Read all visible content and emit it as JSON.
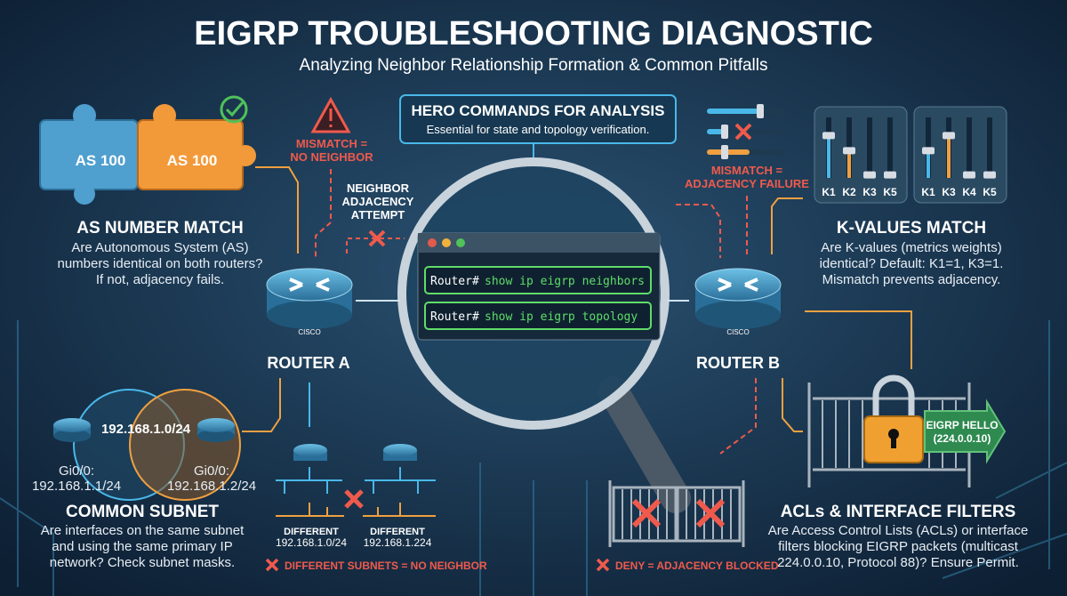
{
  "header": {
    "title": "EIGRP TROUBLESHOOTING DIAGNOSTIC",
    "subtitle": "Analyzing Neighbor Relationship Formation & Common Pitfalls"
  },
  "as_match": {
    "piece_left": "AS 100",
    "piece_right": "AS 100",
    "heading": "AS NUMBER MATCH",
    "desc": [
      "Are Autonomous System (AS)",
      "numbers identical on both routers?",
      "If not, adjacency fails."
    ],
    "warning": [
      "MISMATCH =",
      "NO NEIGHBOR"
    ],
    "attempt": [
      "NEIGHBOR",
      "ADJACENCY",
      "ATTEMPT"
    ]
  },
  "hero": {
    "title": "HERO COMMANDS FOR ANALYSIS",
    "subtitle": "Essential for state and topology verification.",
    "commands": [
      {
        "prompt": "Router#",
        "cmd": "show ip eigrp neighbors"
      },
      {
        "prompt": "Router#",
        "cmd": "show ip eigrp topology"
      }
    ]
  },
  "routers": {
    "a": {
      "label": "ROUTER A",
      "brand": "CISCO"
    },
    "b": {
      "label": "ROUTER B",
      "brand": "CISCO"
    }
  },
  "k_values": {
    "warning": [
      "MISMATCH =",
      "ADJACENCY FAILURE"
    ],
    "panel1": [
      "K1",
      "K2",
      "K3",
      "K5"
    ],
    "panel2": [
      "K1",
      "K3",
      "K4",
      "K5"
    ],
    "panel1_levels": [
      0.7,
      0.45,
      0.05,
      0.05
    ],
    "panel2_levels": [
      0.45,
      0.7,
      0.05,
      0.05
    ],
    "heading": "K-VALUES MATCH",
    "desc": [
      "Are K-values (metrics weights)",
      "identical? Default: K1=1, K3=1.",
      "Mismatch prevents adjacency."
    ]
  },
  "subnet": {
    "network": "192.168.1.0/24",
    "left_if": [
      "Gi0/0:",
      "192.168.1.1/24"
    ],
    "right_if": [
      "Gi0/0:",
      "192.168.1.2/24"
    ],
    "heading": "COMMON SUBNET",
    "desc": [
      "Are interfaces on the same subnet",
      "and using the same primary IP",
      "network? Check subnet masks."
    ],
    "diff_left": [
      "DIFFERENT",
      "192.168.1.0/24"
    ],
    "diff_right": [
      "DIFFERENT",
      "192.168.1.224"
    ],
    "diff_warning": "DIFFERENT SUBNETS = NO NEIGHBOR"
  },
  "acl": {
    "deny_warning": "DENY = ADJACENCY BLOCKED",
    "hello": [
      "EIGRP HELLO",
      "(224.0.0.10)"
    ],
    "heading": "ACLs & INTERFACE FILTERS",
    "desc": [
      "Are Access Control Lists (ACLs) or interface",
      "filters blocking EIGRP packets (multicast",
      "224.0.0.10, Protocol 88)? Ensure Permit."
    ]
  },
  "colors": {
    "accent_blue": "#49b8e8",
    "accent_orange": "#f0a040",
    "alert_red": "#ef5a4c",
    "term_green": "#5fdc6a",
    "bg": "#14304a"
  }
}
